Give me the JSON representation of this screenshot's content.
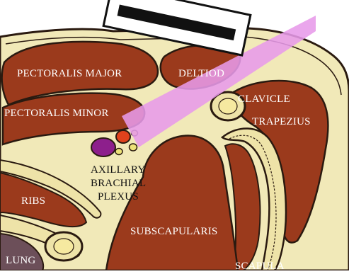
{
  "labels": {
    "pectoralis_major": "PECTORALIS MAJOR",
    "deltoid": "DELTIOD",
    "pectoralis_minor": "PECTORALIS MINOR",
    "clavicle": "CLAVICLE",
    "trapezius": "TRAPEZIUS",
    "axillary_line1": "AXILLARY",
    "axillary_line2": "BRACHIAL",
    "axillary_line3": "PLEXUS",
    "ribs": "RIBS",
    "subscapularis": "SUBSCAPULARIS",
    "lung": "LUNG",
    "scapula": "SCAPULA"
  },
  "colors": {
    "muscle": "#9b3a1c",
    "muscle_outline": "#2a1a10",
    "tissue": "#f1e9b8",
    "skin": "#f6edc8",
    "bone": "#eee3a8",
    "ultrasound_beam": "#e79ae9",
    "probe_body": "#ffffff",
    "probe_face": "#111111",
    "artery": "#e0421c",
    "vein": "#8d1f8c",
    "nerve": "#ece278",
    "lung": "#6c4f59",
    "background": "#ffffff"
  },
  "icons": {
    "probe": "ultrasound-probe-icon"
  }
}
